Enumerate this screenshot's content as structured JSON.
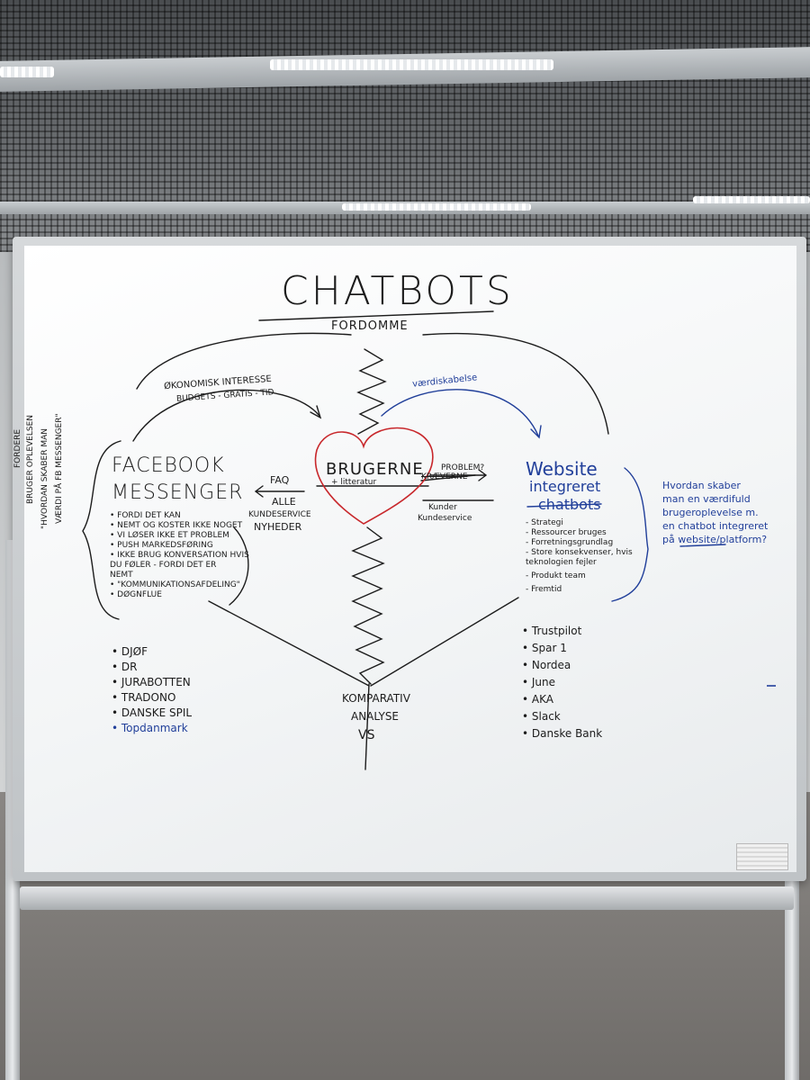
{
  "board": {
    "title": "CHATBOTS",
    "subtitle": "FORDOMME",
    "arc_top_label": "ØKONOMISK INTERESSE",
    "arc_top_sub": "BUDGETS - GRATIS - TID",
    "value_label": "værdiskabelse",
    "center": "BRUGERNE",
    "center_sub": "+ litteratur",
    "left_title_1": "FACEBOOK",
    "left_title_2": "MESSENGER",
    "faq": "FAQ",
    "alle": "ALLE",
    "kundeservice": "KUNDESERVICE",
    "nyheder": "NYHEDER",
    "problem": "PROBLEM?",
    "kunder_crossed": "KRÆVERNE",
    "kunder": "Kunder",
    "kundeservice_right": "Kundeservice",
    "side_note_1": "FORDERE",
    "side_note_2": "BRUGER OPLEVELSEN",
    "side_note_3": "\"HVORDAN SKABER MAN",
    "side_note_4": "VÆRDI PÅ FB MESSENGER\"",
    "left_bullets": [
      "• FORDI DET KAN",
      "• NEMT OG KOSTER IKKE NOGET",
      "• VI LØSER IKKE ET PROBLEM",
      "• PUSH MARKEDSFØRING",
      "• IKKE BRUG KONVERSATION HVIS",
      "   DU FØLER - FORDI DET ER",
      "   NEMT",
      "• \"KOMMUNIKATIONSAFDELING\"",
      "• DØGNFLUE"
    ],
    "right_title_1": "Website",
    "right_title_2": "integreret",
    "right_title_3": "chatbots",
    "right_bullets": [
      "- Strategi",
      "- Ressourcer bruges",
      "- Forretningsgrundlag",
      "- Store konsekvenser, hvis",
      "  teknologien fejler",
      "- Produkt team",
      "- Fremtid"
    ],
    "question_lines": [
      "Hvordan skaber",
      "man en værdifuld",
      "brugeroplevelse m.",
      "en chatbot integreret",
      "på website/platform?"
    ],
    "left_companies": [
      "• DJØF",
      "• DR",
      "• JURABOTTEN",
      "• TRADONO",
      "• DANSKE SPIL",
      "• Topdanmark"
    ],
    "right_companies": [
      "• Trustpilot",
      "• Spar 1",
      "• Nordea",
      "• June",
      "• AKA",
      "• Slack",
      "• Danske Bank"
    ],
    "bottom_1": "KOMPARATIV",
    "bottom_2": "ANALYSE",
    "bottom_3": "VS"
  },
  "colors": {
    "ink_black": "#1c1c1c",
    "ink_blue": "#213f9a",
    "ink_red": "#c8282c",
    "board": "#f5f7f8"
  }
}
